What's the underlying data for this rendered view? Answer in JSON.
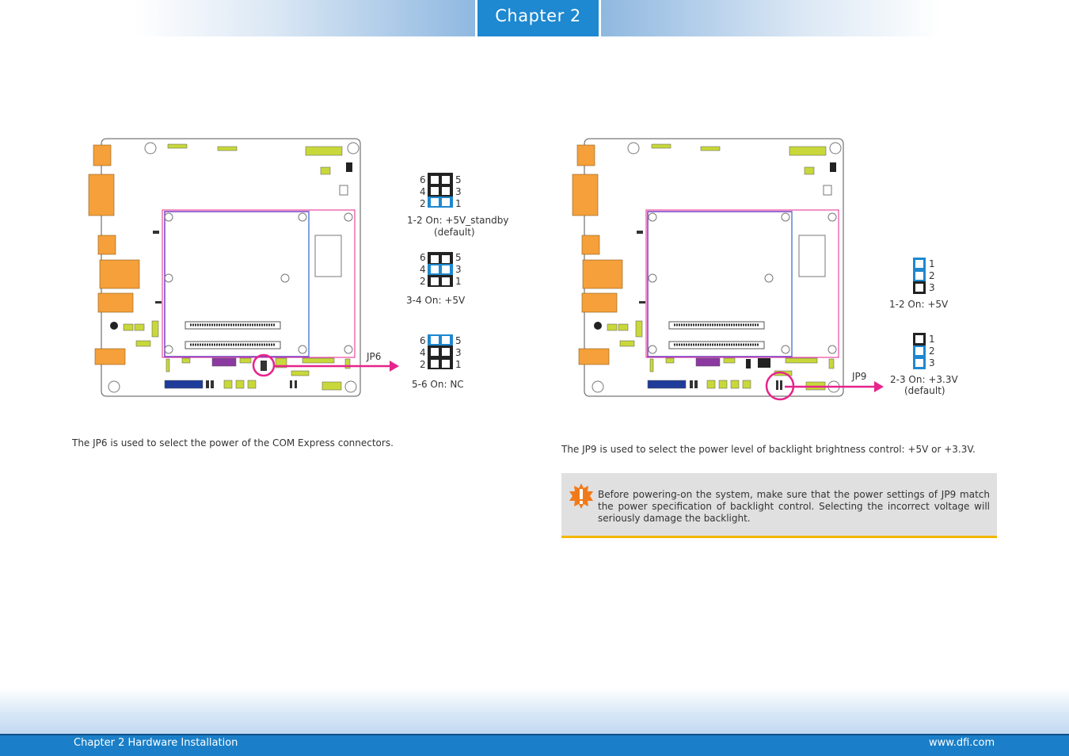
{
  "header": {
    "chapter_tab": "Chapter 2"
  },
  "left": {
    "jumper_label": "JP6",
    "description": "The JP6 is used to select the power of the COM Express connectors.",
    "pin_numbers": {
      "left": [
        "6",
        "4",
        "2"
      ],
      "right": [
        "5",
        "3",
        "1"
      ]
    },
    "settings": [
      {
        "label": "1-2 On: +5V_standby",
        "note": "(default)"
      },
      {
        "label": "3-4 On: +5V"
      },
      {
        "label": "5-6 On: NC"
      }
    ]
  },
  "right": {
    "jumper_label": "JP9",
    "description": "The JP9 is used to select the power level of backlight brightness control: +5V or +3.3V.",
    "pin_numbers": [
      "1",
      "2",
      "3"
    ],
    "settings": [
      {
        "label": "1-2 On: +5V"
      },
      {
        "label": "2-3 On: +3.3V",
        "note": "(default)"
      }
    ]
  },
  "warning": {
    "icon": "warning-icon",
    "text": "Before powering-on the system, make sure that the power settings of JP9 match the power specification of backlight control. Selecting the incorrect voltage will seriously damage the backlight."
  },
  "footer": {
    "left_text": "Chapter 2 Hardware Installation",
    "right_text": "www.dfi.com"
  },
  "colors": {
    "accent_blue": "#1e88d0",
    "highlight_pink": "#e6248c",
    "board_orange": "#f5a03a",
    "warning_gold": "#f3b600"
  }
}
